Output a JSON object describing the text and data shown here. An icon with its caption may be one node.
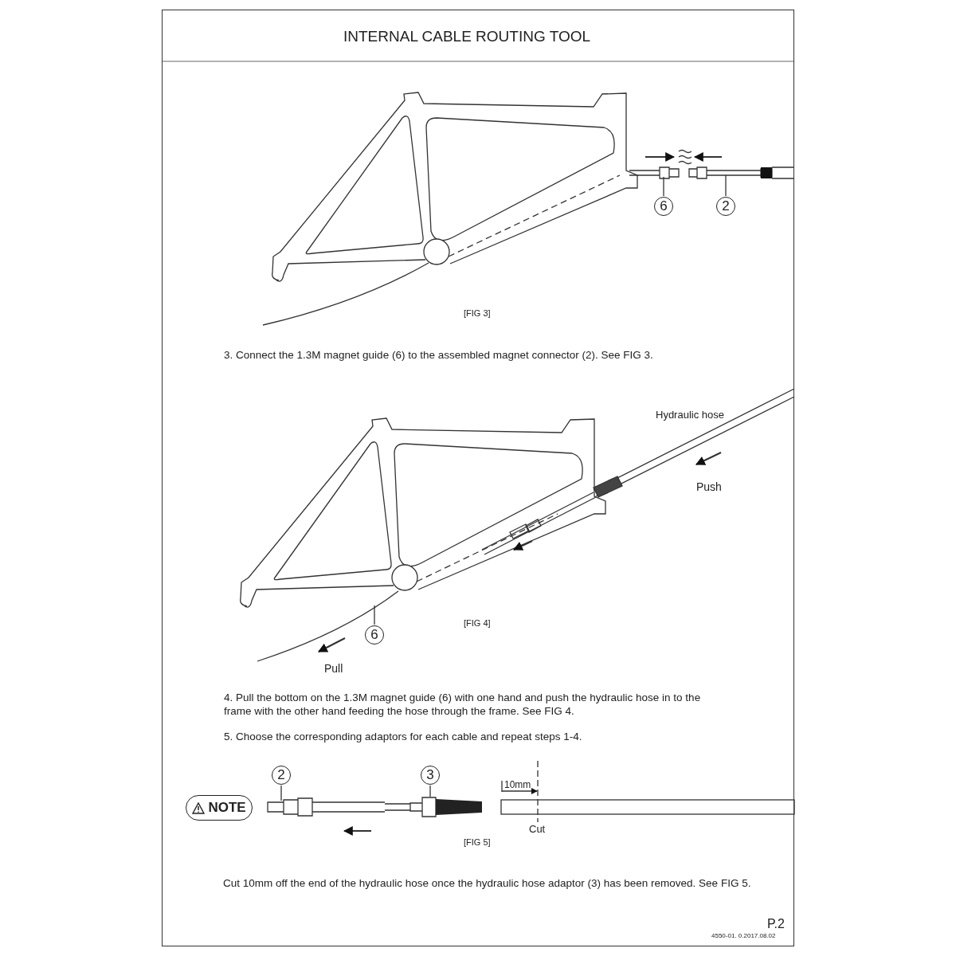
{
  "diagram": {
    "title": "INTERNAL CABLE ROUTING TOOL",
    "nodes": [
      {
        "text": [
          "6"
        ]
      },
      {
        "text": [
          "2"
        ]
      },
      {
        "text": [
          "6"
        ]
      },
      {
        "text": [
          "2"
        ]
      },
      {
        "text": [
          "3"
        ]
      },
      {
        "text": [
          "NOTE"
        ]
      }
    ],
    "edges": [
      {
        "from": 0,
        "to": null,
        "arrow": "none"
      },
      {
        "from": 1,
        "to": null,
        "arrow": "none"
      },
      {
        "from": 2,
        "to": null,
        "arrow": "none"
      },
      {
        "from": 3,
        "to": null,
        "arrow": "none"
      },
      {
        "from": 4,
        "to": null,
        "arrow": "none"
      }
    ],
    "labels": [
      "[FIG 3]",
      "3. Connect the 1.3M magnet guide (6) to the assembled magnet connector (2). See FIG 3.",
      "Hydraulic hose",
      "Push",
      "[FIG 4]",
      "Pull",
      "4. Pull the bottom on the 1.3M magnet guide (6) with one hand and push the hydraulic hose in to the frame with the other hand feeding the hose through the frame. See FIG 4.",
      "5. Choose the corresponding adaptors for each cable and repeat steps 1-4.",
      "10mm",
      "Cut",
      "[FIG 5]",
      "Cut 10mm off the end of the hydraulic hose once the hydraulic hose adaptor (3) has been removed. See FIG 5.",
      "P.2",
      "4550-01. 0.2017.08.02"
    ]
  }
}
